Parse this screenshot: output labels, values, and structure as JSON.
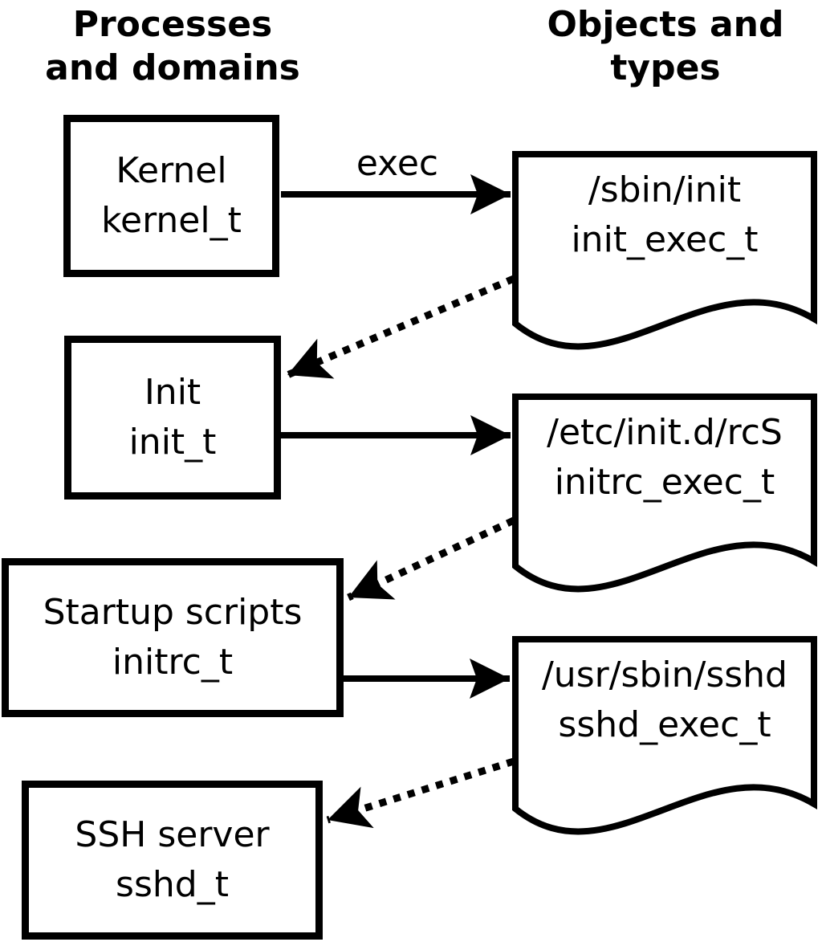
{
  "diagram": {
    "title_columns": {
      "left_header": "Processes\nand domains",
      "right_header": "Objects and\ntypes"
    },
    "processes": [
      {
        "label": "Kernel",
        "type": "kernel_t"
      },
      {
        "label": "Init",
        "type": "init_t"
      },
      {
        "label": "Startup scripts",
        "type": "initrc_t"
      },
      {
        "label": "SSH server",
        "type": "sshd_t"
      }
    ],
    "objects": [
      {
        "path": "/sbin/init",
        "type": "init_exec_t"
      },
      {
        "path": "/etc/init.d/rcS",
        "type": "initrc_exec_t"
      },
      {
        "path": "/usr/sbin/sshd",
        "type": "sshd_exec_t"
      }
    ],
    "edges": {
      "exec_label": "exec",
      "solid_arrow_meaning": "exec",
      "dotted_arrow_count": 3,
      "solid_arrow_count": 3
    },
    "colors": {
      "line": "#000000",
      "background": "#ffffff"
    }
  }
}
